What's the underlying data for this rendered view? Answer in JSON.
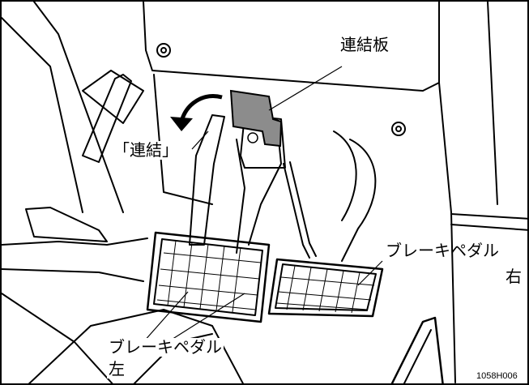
{
  "labels": {
    "link_plate": "連結板",
    "link_action": "「連結」",
    "brake_right_line1": "ブレーキペダル",
    "brake_right_line2": "右",
    "brake_left_line1": "ブレーキペダル",
    "brake_left_line2": "左"
  },
  "figure_code": "1058H006",
  "colors": {
    "line": "#000000",
    "plate_fill": "#8c8c8c",
    "background": "#ffffff"
  }
}
